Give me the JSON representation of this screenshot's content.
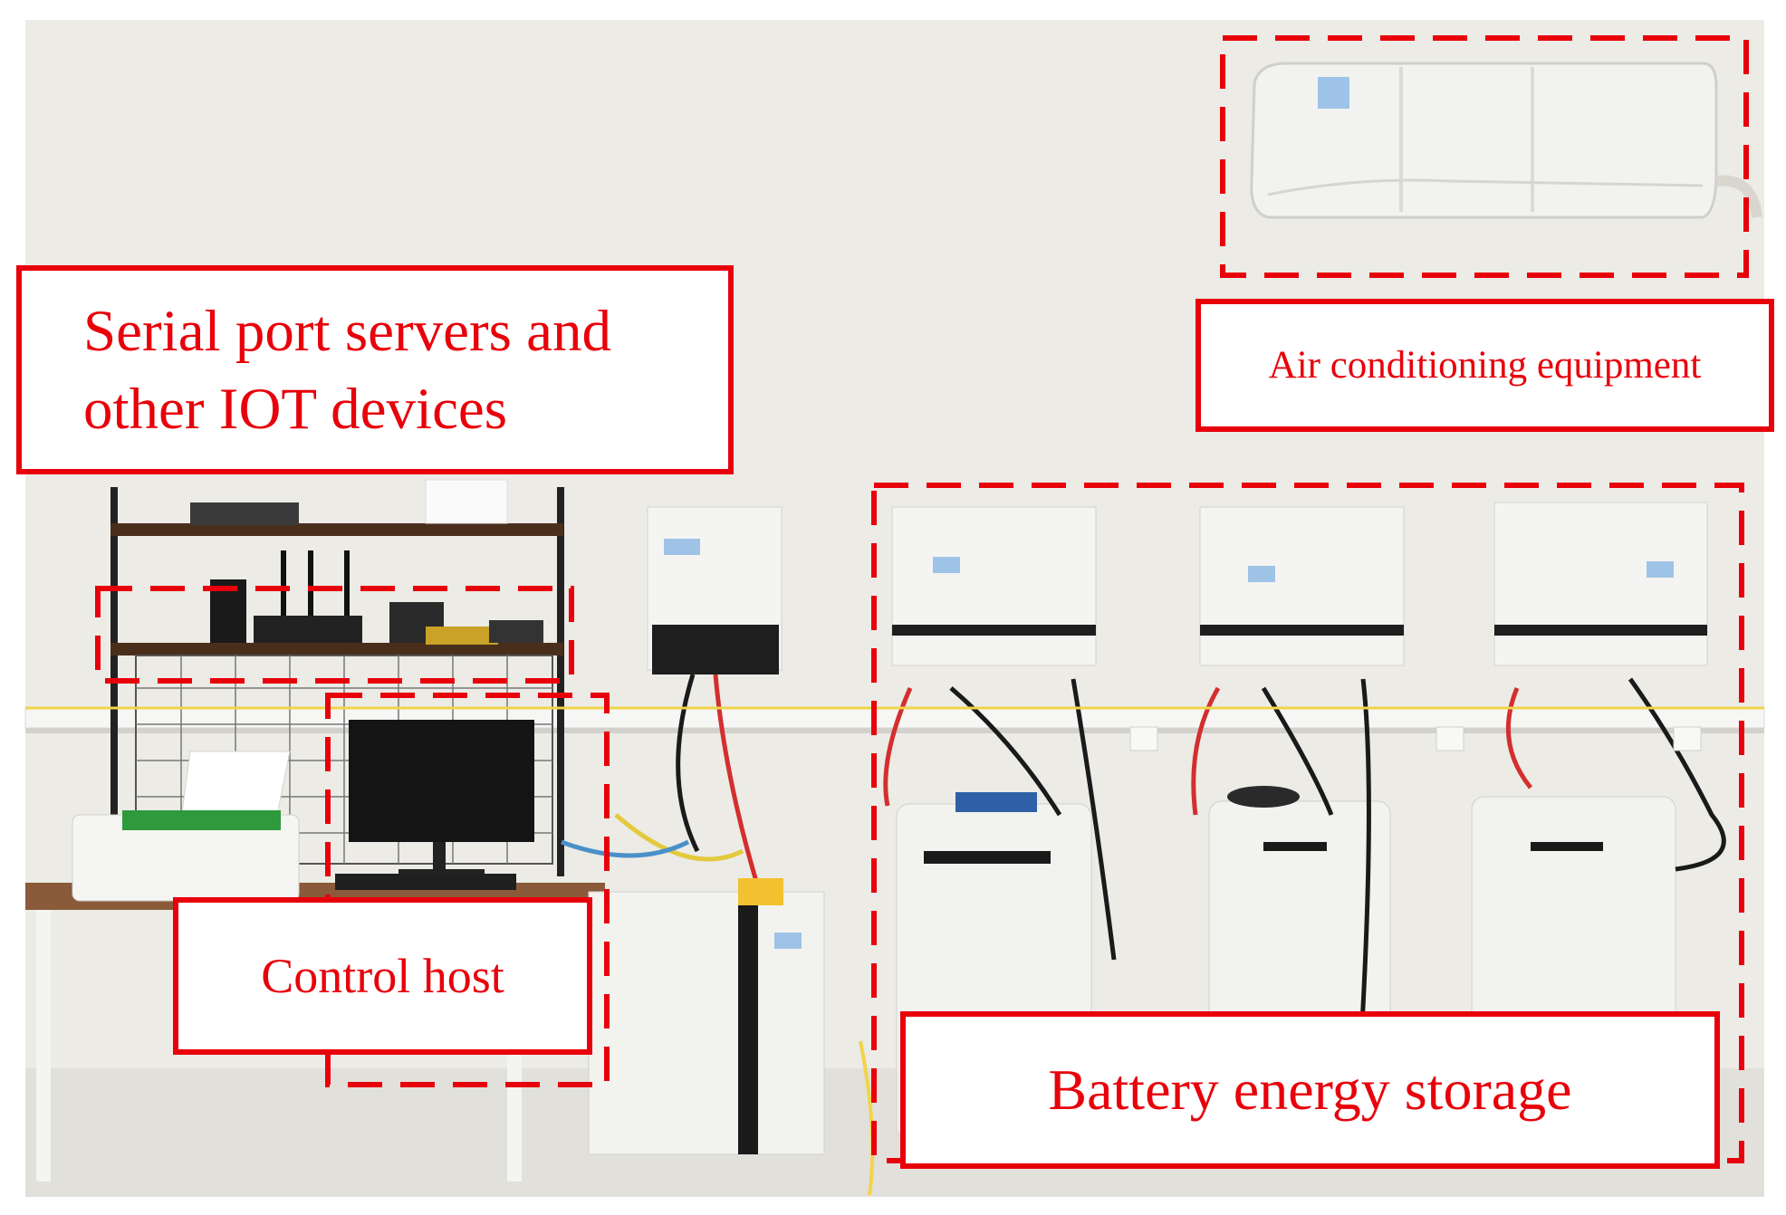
{
  "labels": {
    "serial_line1": "Serial port servers and",
    "serial_line2": "other IOT devices",
    "air_conditioning": "Air conditioning equipment",
    "control_host": "Control host",
    "battery": "Battery energy storage"
  },
  "colors": {
    "annotation_red": "#e8000b",
    "wall": "#ecebe6",
    "floor": "#e2e0db",
    "desk_wood": "#8a5a3a",
    "device_white": "#f4f4f2",
    "device_black": "#1a1a1a"
  }
}
